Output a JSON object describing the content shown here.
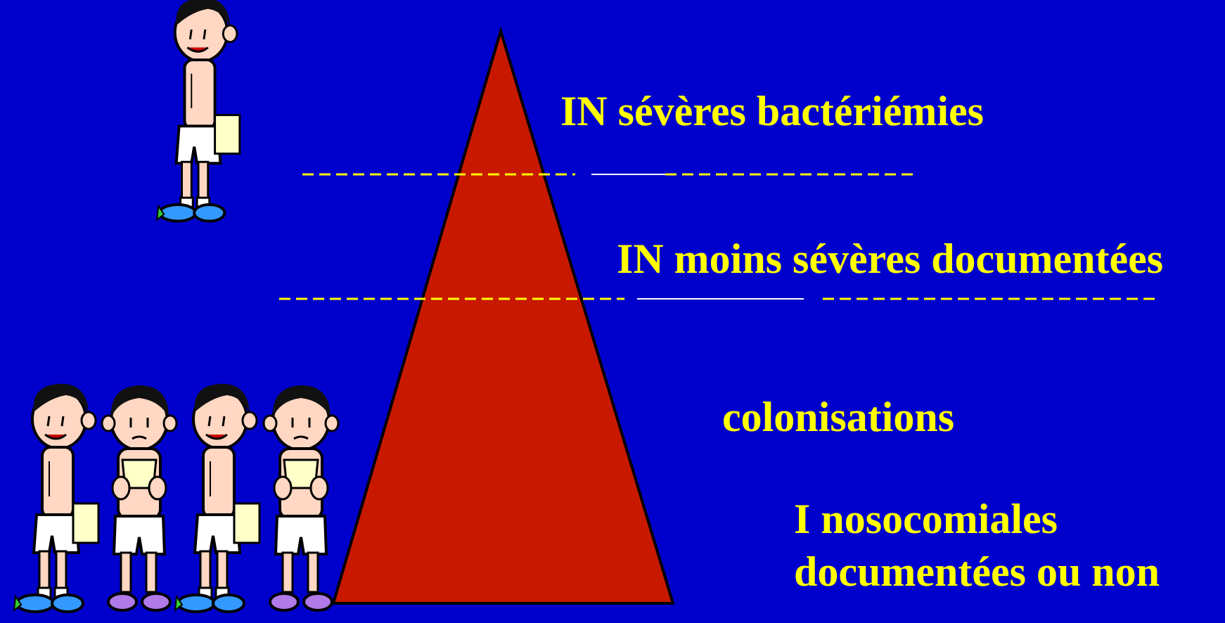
{
  "colors": {
    "background": "#0000CC",
    "pyramid": "#C81900",
    "text": "#FFFF00",
    "divider_dash": "#FFFF00",
    "divider_solid": "#FFFFFF"
  },
  "pyramid": {
    "levels": [
      "IN sévères bactériémies",
      "IN  moins sévères documentées",
      "colonisations"
    ],
    "base_line_1": "I nosocomiales",
    "base_line_2": "documentées ou non"
  },
  "icons": {
    "single_figure": "cartoon-boy-icon",
    "group_figures": [
      "cartoon-boy-smiling-icon",
      "cartoon-boy-worried-icon",
      "cartoon-boy-smiling-icon",
      "cartoon-boy-worried-icon"
    ]
  }
}
